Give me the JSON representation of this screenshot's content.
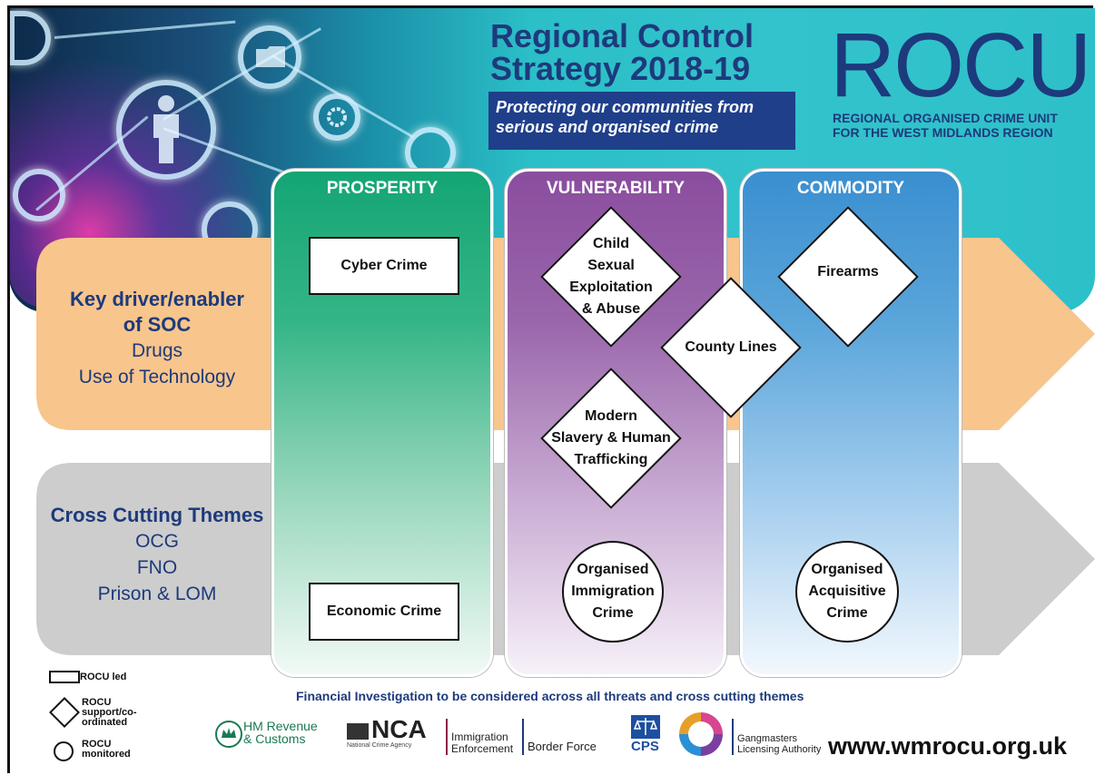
{
  "header": {
    "title_line1": "Regional Control",
    "title_line2": "Strategy 2018-19",
    "subtitle_line1": "Protecting our communities from",
    "subtitle_line2": "serious and organised crime",
    "logo": "ROCU",
    "logo_sub_line1": "REGIONAL ORGANISED CRIME UNIT",
    "logo_sub_line2": "FOR THE WEST MIDLANDS REGION"
  },
  "rows": {
    "driver": {
      "heading_line1": "Key driver/enabler",
      "heading_line2": "of SOC",
      "items": [
        "Drugs",
        "Use of Technology"
      ]
    },
    "cross": {
      "heading": "Cross Cutting Themes",
      "items": [
        "OCG",
        "FNO",
        "Prison & LOM"
      ]
    }
  },
  "columns": {
    "prosperity": {
      "title": "PROSPERITY",
      "cyber": "Cyber Crime",
      "economic": "Economic Crime"
    },
    "vulnerability": {
      "title": "VULNERABILITY",
      "cse": [
        "Child",
        "Sexual",
        "Exploitation",
        "& Abuse"
      ],
      "slavery": [
        "Modern",
        "Slavery & Human",
        "Trafficking"
      ],
      "immigration": [
        "Organised",
        "Immigration",
        "Crime"
      ]
    },
    "shared": {
      "county": "County Lines"
    },
    "commodity": {
      "title": "COMMODITY",
      "firearms": "Firearms",
      "acquisitive": [
        "Organised",
        "Acquisitive",
        "Crime"
      ]
    }
  },
  "legend": {
    "led": "ROCU led",
    "support": [
      "ROCU",
      "support/co-",
      "ordinated"
    ],
    "monitored": [
      "ROCU",
      "monitored"
    ]
  },
  "footer": {
    "financial": "Financial Investigation to be considered across all threats and cross cutting themes",
    "hmrc": [
      "HM Revenue",
      "& Customs"
    ],
    "nca": "NCA",
    "nca_sub": "National Crime Agency",
    "immigration": [
      "Immigration",
      "Enforcement"
    ],
    "border": "Border Force",
    "cps": "CPS",
    "gla": [
      "Gangmasters",
      "Licensing Authority"
    ],
    "website": "www.wmrocu.org.uk"
  },
  "colors": {
    "navy": "#1d3a7c",
    "prosperity": "#14a574",
    "vulnerability": "#8a4d9e",
    "commodity": "#3a8fd0",
    "driver_arrow": "#f8c58c",
    "cross_arrow": "#cdcdcd"
  }
}
